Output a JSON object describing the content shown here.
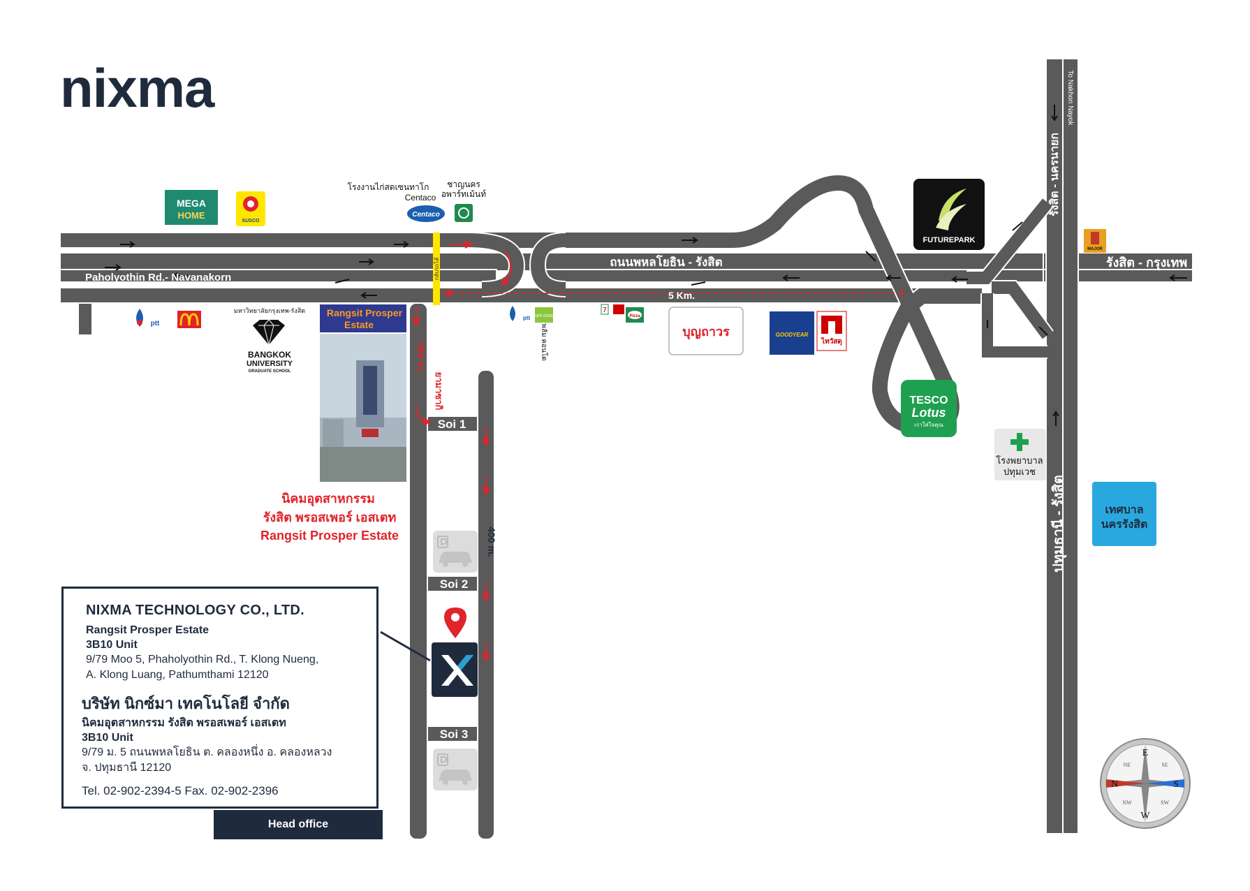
{
  "logo": {
    "text": "nixma",
    "x_color": "#2a9fd6"
  },
  "roads": {
    "main_en": "Paholyothin Rd.- Navanakorn",
    "main_th": "ถนนพหลโยธิน - รังสิต",
    "right_th": "รังสิต - กรุงเทพ",
    "vertical_top_th": "รังสิต - นครนายก",
    "vertical_bottom_th": "ปทุมธานี - รังสิต",
    "to_nakhon_nayok": "To Nakhon Nayok",
    "distance_5km": "5 Km.",
    "distance_450m": "450 m.",
    "distance_400m": "400 m.",
    "soi_1": "Soi 1",
    "soi_2": "Soi 2",
    "soi_3": "Soi 3",
    "yamazaki": "ยามาซากิ",
    "u_turn_note": "กลับรถได้"
  },
  "landmarks": {
    "megahome_line1": "MEGA",
    "megahome_line2": "HOME",
    "susco": "SUSCO",
    "centaco_th": "โรงงานไก่สดเซนทาโก",
    "centaco_en": "Centaco",
    "centaco_logo": "Centaco",
    "chanyanakorn_line1": "ชาญนคร",
    "chanyanakorn_line2": "อพาร์ทเม้นท์",
    "ptt": "ptt",
    "bu_th": "มหาวิทยาลัยกรุงเทพ-รังสิต",
    "bu_line1": "BANGKOK",
    "bu_line2": "UNIVERSITY",
    "bu_line3": "GRADUATE SCHOOL",
    "rps_sign_line1": "Rangsit Prosper",
    "rps_sign_line2": "Estate",
    "plum": "plum condo",
    "plum_th": "พลัม คอนโด",
    "seven": "7",
    "pizza": "Pizza",
    "boonthavorn": "บุญถาวร",
    "goodyear": "GOODYEAR",
    "thaiwatsadu": "ไทวัสดุ",
    "futurepark": "FUTUREPARK",
    "major": "MAJOR",
    "tesco_line1": "TESCO",
    "tesco_line2": "Lotus",
    "tesco_line3": "เรา​ใส่​ใจ​คุณ",
    "hospital_line1": "โรงพยาบาล",
    "hospital_line2": "ปทุมเวช",
    "municipality_line1": "เทศบาล",
    "municipality_line2": "นครรังสิต",
    "estate_th_line1": "นิคมอุตสาหกรรม",
    "estate_th_line2": "รังสิต พรอสเพอร์ เอสเตท",
    "estate_en": "Rangsit Prosper Estate"
  },
  "company": {
    "name_en": "NIXMA TECHNOLOGY CO., LTD.",
    "estate_en": "Rangsit Prosper Estate",
    "unit_en": "3B10 Unit",
    "addr_en_1": "9/79 Moo 5, Phaholyothin Rd., T. Klong Nueng,",
    "addr_en_2": "A. Klong Luang, Pathumthami 12120",
    "name_th": "บริษัท นิกซ์มา เทคโนโลยี จำกัด",
    "estate_th": "นิคมอุตสาหกรรม รังสิต พรอสเพอร์ เอสเตท",
    "unit_th": "3B10 Unit",
    "addr_th_1": "9/79 ม. 5 ถนนพหลโยธิน ต. คลองหนึ่ง อ. คลองหลวง",
    "addr_th_2": "จ. ปทุมธานี 12120",
    "tel": "Tel. 02-902-2394-5 Fax. 02-902-2396",
    "head_office": "Head office"
  },
  "compass": {
    "n": "N",
    "e": "E",
    "s": "S",
    "w": "W",
    "ne": "NE",
    "se": "SE",
    "sw": "SW",
    "nw": "NW"
  },
  "colors": {
    "road": "#5a5a5a",
    "road_edge": "#ffffff",
    "navy": "#1f2b3d",
    "accent_blue": "#2a9fd6",
    "route_red": "#e0242b",
    "yellow": "#ffe600"
  }
}
